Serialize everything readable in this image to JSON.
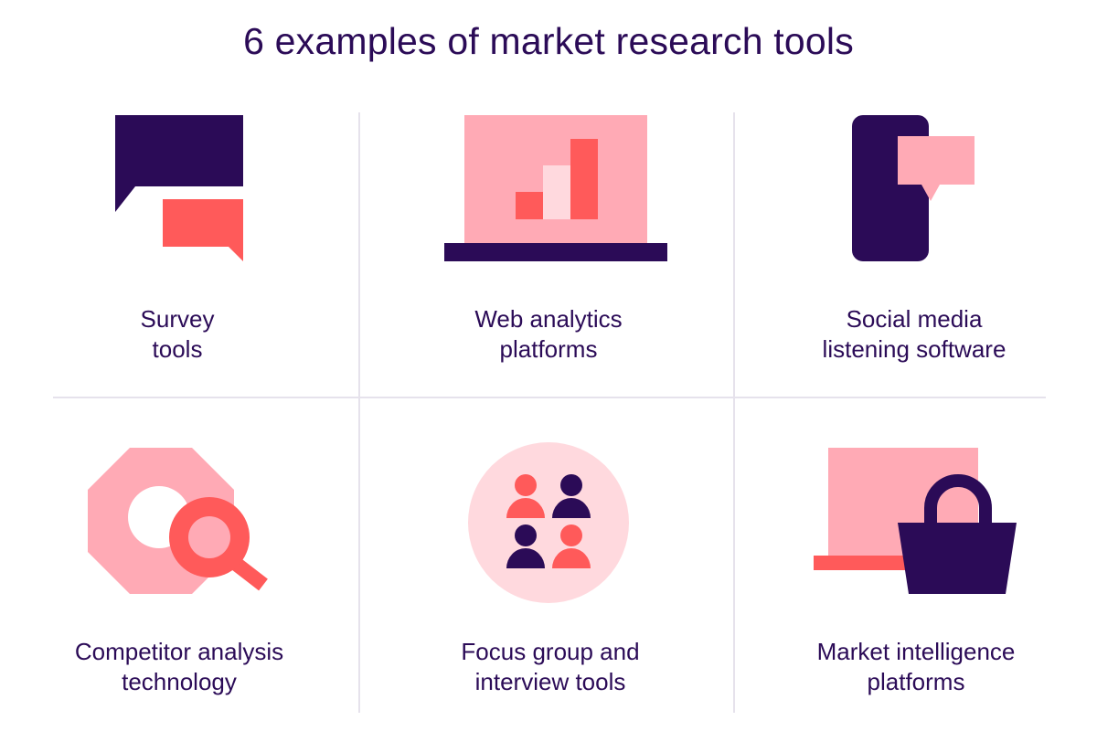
{
  "title": "6 examples of market research tools",
  "colors": {
    "navy": "#2b0b57",
    "coral": "#ff5a5a",
    "pink": "#ffaab5",
    "light_pink": "#ffd9de",
    "divider": "#e6e2ec"
  },
  "tools": [
    {
      "icon": "speech-bubbles-icon",
      "label_lines": [
        "Survey",
        "tools"
      ]
    },
    {
      "icon": "laptop-bar-chart-icon",
      "label_lines": [
        "Web analytics",
        "platforms"
      ]
    },
    {
      "icon": "phone-chat-icon",
      "label_lines": [
        "Social media",
        "listening software"
      ]
    },
    {
      "icon": "octagon-magnifier-icon",
      "label_lines": [
        "Competitor analysis",
        "technology"
      ]
    },
    {
      "icon": "group-people-icon",
      "label_lines": [
        "Focus group and",
        "interview tools"
      ]
    },
    {
      "icon": "laptop-shopping-bag-icon",
      "label_lines": [
        "Market intelligence",
        "platforms"
      ]
    }
  ]
}
